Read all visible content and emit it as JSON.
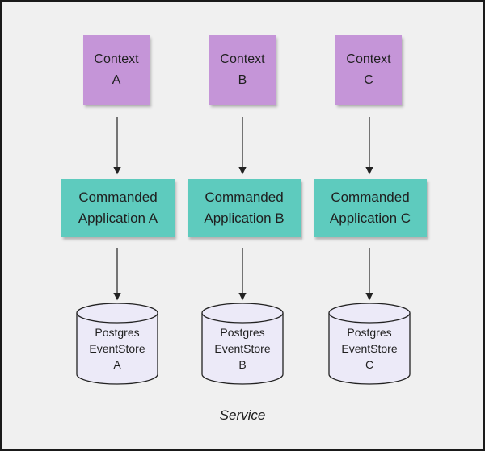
{
  "colors": {
    "context": "#c595d8",
    "application": "#5ecbbe",
    "database_fill": "#eceaf8",
    "background": "#f0f0f0"
  },
  "columns": [
    {
      "context": {
        "line1": "Context",
        "line2": "A"
      },
      "application": {
        "line1": "Commanded",
        "line2": "Application A"
      },
      "store": {
        "line1": "Postgres",
        "line2": "EventStore",
        "line3": "A"
      }
    },
    {
      "context": {
        "line1": "Context",
        "line2": "B"
      },
      "application": {
        "line1": "Commanded",
        "line2": "Application B"
      },
      "store": {
        "line1": "Postgres",
        "line2": "EventStore",
        "line3": "B"
      }
    },
    {
      "context": {
        "line1": "Context",
        "line2": "C"
      },
      "application": {
        "line1": "Commanded",
        "line2": "Application C"
      },
      "store": {
        "line1": "Postgres",
        "line2": "EventStore",
        "line3": "C"
      }
    }
  ],
  "service_label": "Service"
}
